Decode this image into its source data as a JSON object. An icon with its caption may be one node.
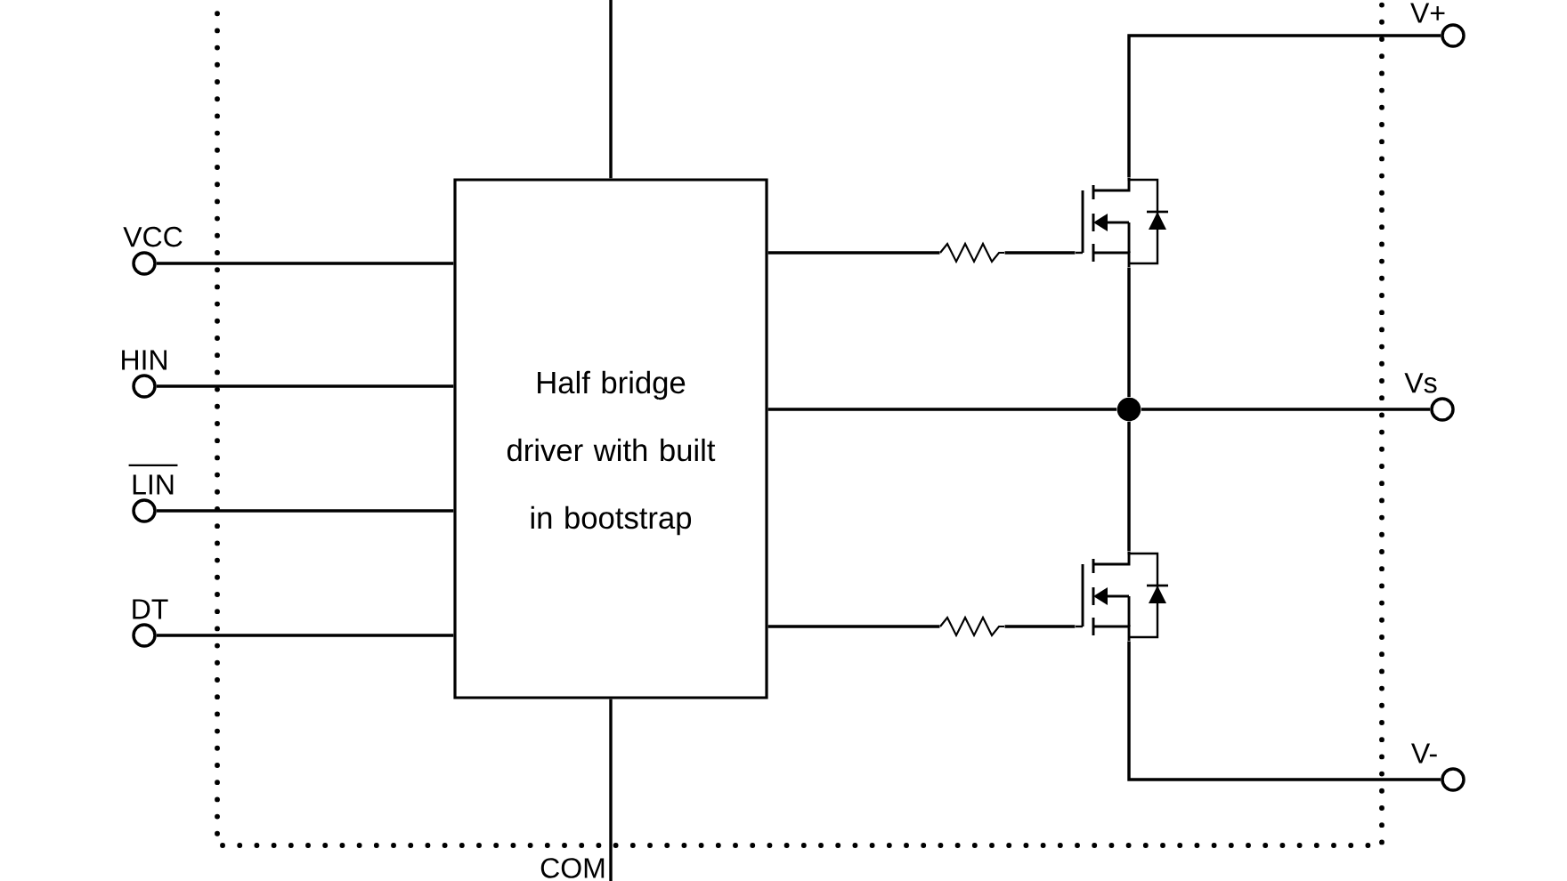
{
  "diagram": {
    "nodes": [
      {
        "text": [
          "Half bridge driver with built in bootstrap"
        ]
      },
      {
        "text": [
          "VCC"
        ]
      },
      {
        "text": [
          "HIN"
        ]
      },
      {
        "text": [
          "LIN"
        ]
      },
      {
        "text": [
          "DT"
        ]
      },
      {
        "text": [
          "V+"
        ]
      },
      {
        "text": [
          "Vs"
        ]
      },
      {
        "text": [
          "V-"
        ]
      },
      {
        "text": [],
        "shape": "picture"
      },
      {
        "text": [],
        "shape": "picture"
      },
      {
        "text": [],
        "shape": "picture"
      },
      {
        "text": [],
        "shape": "picture"
      },
      {
        "text": [],
        "shape": "circle"
      },
      {
        "text": [
          "COM"
        ]
      }
    ],
    "edges": [
      {
        "from": 1,
        "to": 0,
        "arrow": "none"
      },
      {
        "from": 2,
        "to": 0,
        "arrow": "none"
      },
      {
        "from": 3,
        "to": 0,
        "arrow": "none"
      },
      {
        "from": 4,
        "to": 0,
        "arrow": "none"
      },
      {
        "from": 0,
        "to": 10,
        "arrow": "none"
      },
      {
        "from": 10,
        "to": 8,
        "arrow": "none"
      },
      {
        "from": 8,
        "to": 5,
        "arrow": "none"
      },
      {
        "from": 8,
        "to": 12,
        "arrow": "none"
      },
      {
        "from": 0,
        "to": 12,
        "arrow": "none"
      },
      {
        "from": 12,
        "to": 6,
        "arrow": "none"
      },
      {
        "from": 12,
        "to": 9,
        "arrow": "none"
      },
      {
        "from": 0,
        "to": 11,
        "arrow": "none"
      },
      {
        "from": 11,
        "to": 9,
        "arrow": "none"
      },
      {
        "from": 9,
        "to": 7,
        "arrow": "none"
      },
      {
        "from": 0,
        "to": null,
        "arrow": "none"
      },
      {
        "from": 0,
        "to": 13,
        "arrow": "none"
      }
    ]
  }
}
